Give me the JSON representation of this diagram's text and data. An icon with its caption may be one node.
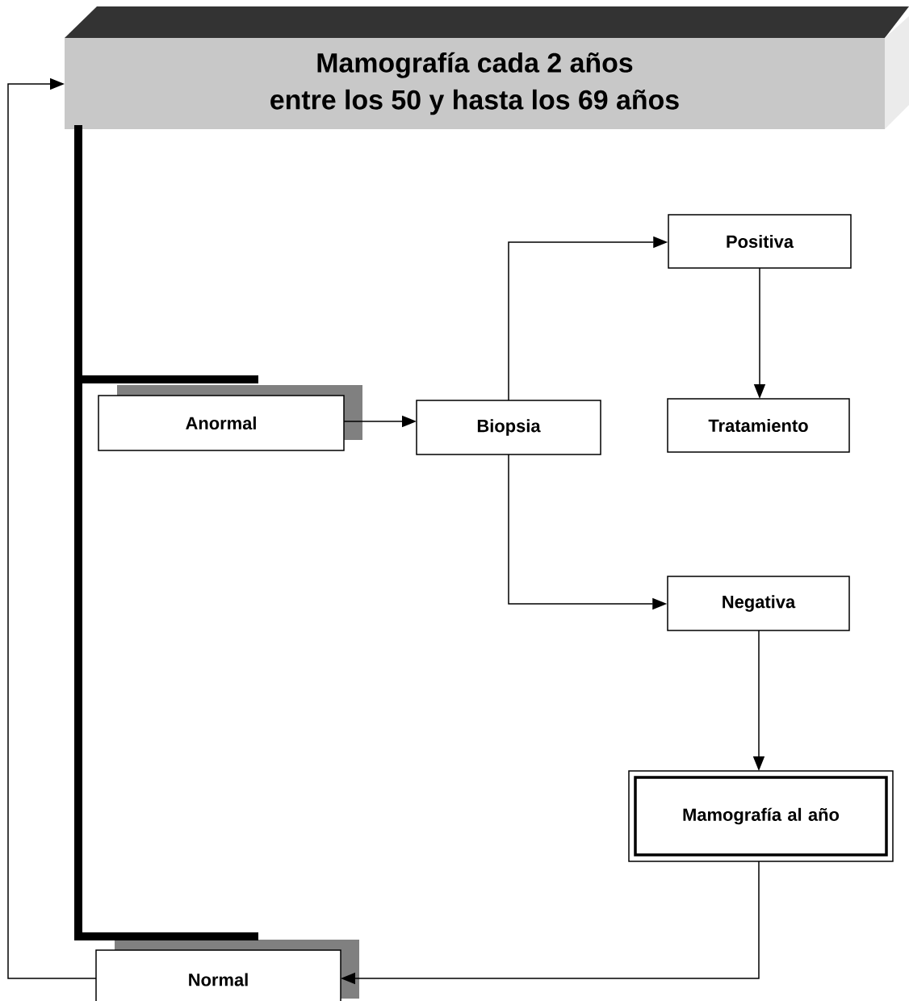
{
  "diagram": {
    "nodes": [
      {
        "text": [
          "Mamografía cada 2 años",
          "entre los 50 y hasta los 69 años"
        ]
      },
      {
        "text": [
          "Anormal"
        ]
      },
      {
        "text": [
          "Biopsia"
        ]
      },
      {
        "text": [
          "Positiva"
        ]
      },
      {
        "text": [
          "Tratamiento"
        ]
      },
      {
        "text": [
          "Negativa"
        ]
      },
      {
        "text": [
          "Mamografía al año"
        ]
      },
      {
        "text": [
          "Normal"
        ]
      }
    ],
    "edges": [
      {
        "from": 0,
        "to": 1,
        "arrow": "none",
        "style": "thick"
      },
      {
        "from": 0,
        "to": 7,
        "arrow": "none",
        "style": "thick"
      },
      {
        "from": 1,
        "to": 2,
        "arrow": "to"
      },
      {
        "from": 2,
        "to": 3,
        "arrow": "to"
      },
      {
        "from": 2,
        "to": 5,
        "arrow": "to"
      },
      {
        "from": 3,
        "to": 4,
        "arrow": "to"
      },
      {
        "from": 5,
        "to": 6,
        "arrow": "to"
      },
      {
        "from": 6,
        "to": 7,
        "arrow": "to"
      },
      {
        "from": 7,
        "to": 0,
        "arrow": "to"
      }
    ]
  }
}
